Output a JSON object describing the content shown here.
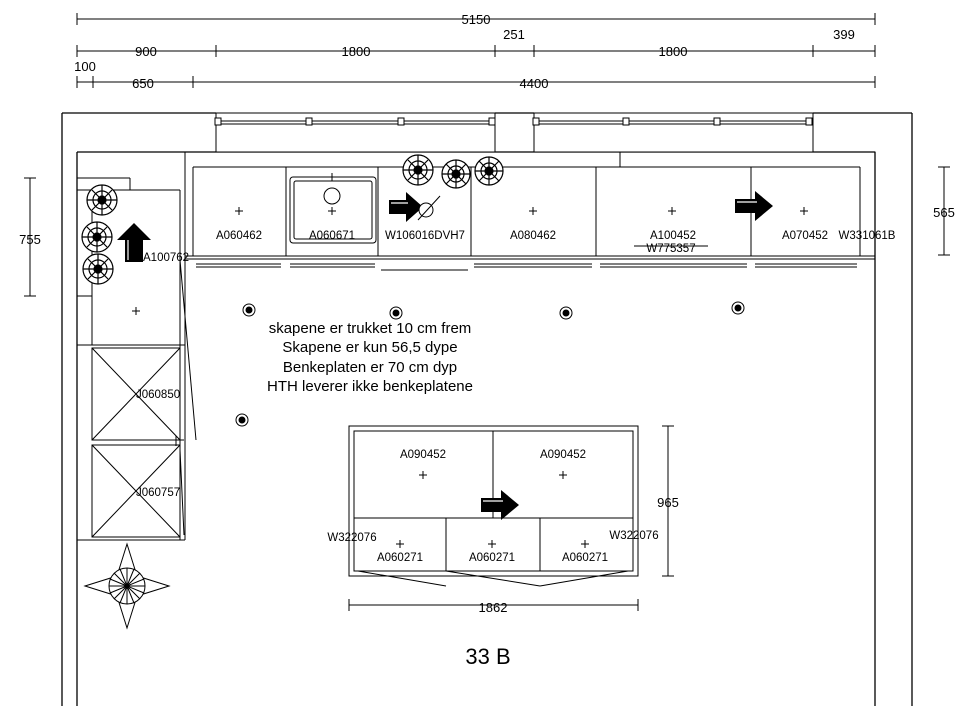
{
  "dimensions": {
    "total_width": "5150",
    "seg_900": "900",
    "seg_1800_a": "1800",
    "seg_251": "251",
    "seg_1800_b": "1800",
    "seg_399": "399",
    "seg_100": "100",
    "seg_650": "650",
    "seg_4400": "4400",
    "left_height": "755",
    "right_height": "565",
    "island_depth": "965",
    "island_width": "1862"
  },
  "cabinets": {
    "wall_a100762": "A100762",
    "wall_j060850": "J060850",
    "wall_j060757": "J060757",
    "top_a060462": "A060462",
    "top_a060671": "A060671",
    "top_w106016dvh7": "W106016DVH7",
    "top_a080462": "A080462",
    "top_a100452": "A100452",
    "top_w775357": "W775357",
    "top_a070452": "A070452",
    "top_w331061b": "W331061B",
    "island_a090452_left": "A090452",
    "island_a090452_right": "A090452",
    "island_w322076_left": "W322076",
    "island_w322076_right": "W322076",
    "island_a060271_1": "A060271",
    "island_a060271_2": "A060271",
    "island_a060271_3": "A060271"
  },
  "notes": [
    "skapene er trukket 10 cm frem",
    "Skapene er kun 56,5 dype",
    "Benkeplaten er 70 cm dyp",
    "HTH leverer ikke benkeplatene"
  ],
  "room_label": "33 B"
}
